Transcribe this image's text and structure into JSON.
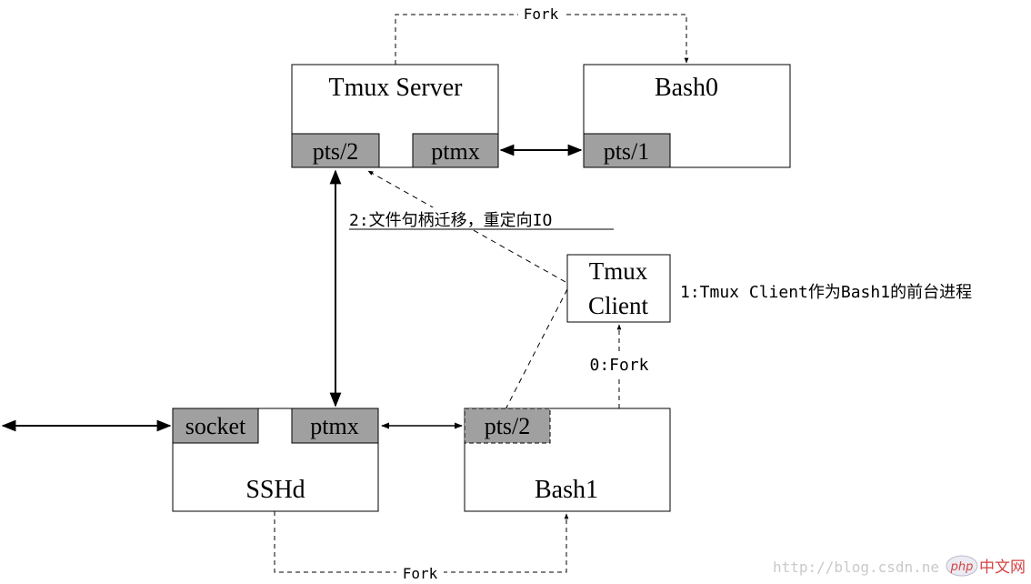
{
  "boxes": {
    "tmux_server": {
      "label": "Tmux Server",
      "port_left": "pts/2",
      "port_right": "ptmx"
    },
    "bash0": {
      "label": "Bash0",
      "port": "pts/1"
    },
    "tmux_client": {
      "label_line1": "Tmux",
      "label_line2": "Client"
    },
    "sshd": {
      "label": "SSHd",
      "port_left": "socket",
      "port_right": "ptmx"
    },
    "bash1": {
      "label": "Bash1",
      "port": "pts/2"
    }
  },
  "edges": {
    "fork_top": "Fork",
    "fork_bottom": "Fork",
    "fork_client": "0:Fork"
  },
  "annotations": {
    "step2": "2:文件句柄迁移，重定向IO",
    "step1": "1:Tmux Client作为Bash1的前台进程"
  },
  "watermark": {
    "url": "http://blog.csdn.ne",
    "logo_php": "php",
    "logo_cn": "中文网"
  },
  "colors": {
    "port_fill": "#a0a0a0",
    "line": "#000000",
    "box_fill": "#ffffff"
  }
}
